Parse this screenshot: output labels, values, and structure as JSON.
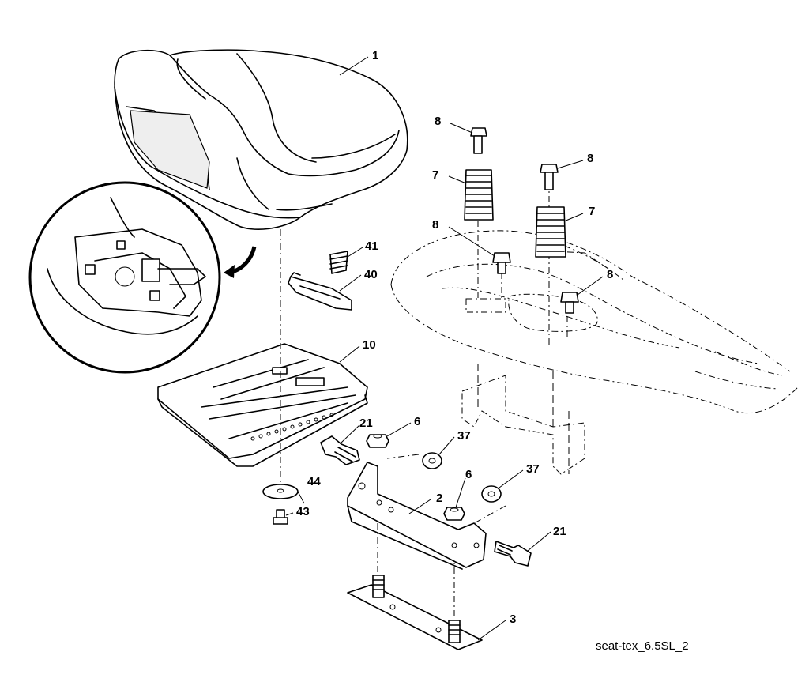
{
  "diagram": {
    "caption": "seat-tex_6.5SL_2",
    "labels": [
      "1",
      "8",
      "7",
      "8",
      "7",
      "8",
      "8",
      "41",
      "40",
      "10",
      "21",
      "6",
      "37",
      "44",
      "2",
      "6",
      "37",
      "43",
      "21",
      "3"
    ]
  }
}
